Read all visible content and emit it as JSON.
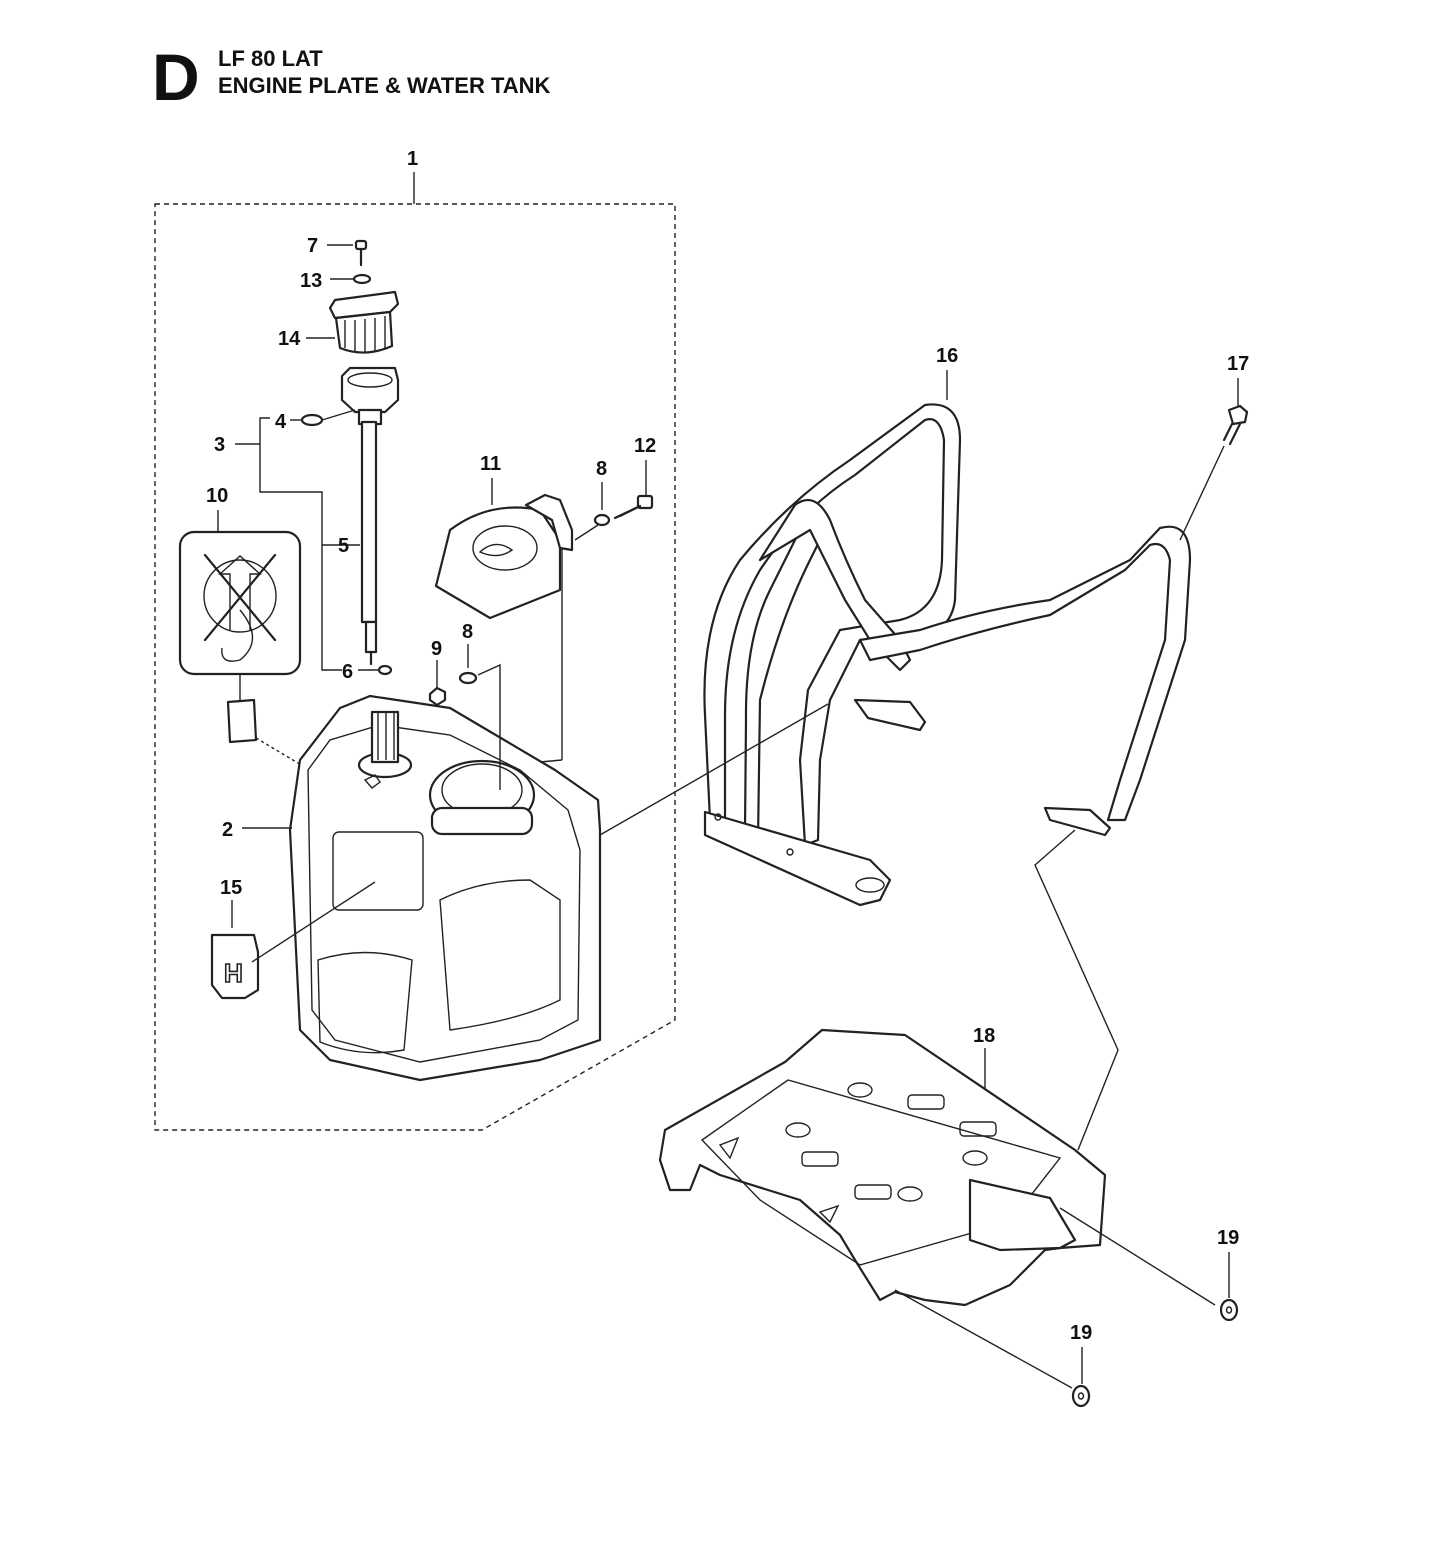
{
  "header": {
    "section_letter": "D",
    "model": "LF 80 LAT",
    "title": "ENGINE PLATE & WATER TANK"
  },
  "callouts": {
    "c1": "1",
    "c2": "2",
    "c3": "3",
    "c4": "4",
    "c5": "5",
    "c6": "6",
    "c7": "7",
    "c8a": "8",
    "c8b": "8",
    "c9": "9",
    "c10": "10",
    "c11": "11",
    "c12": "12",
    "c13": "13",
    "c14": "14",
    "c15": "15",
    "c16": "16",
    "c17": "17",
    "c18": "18",
    "c19a": "19",
    "c19b": "19"
  }
}
